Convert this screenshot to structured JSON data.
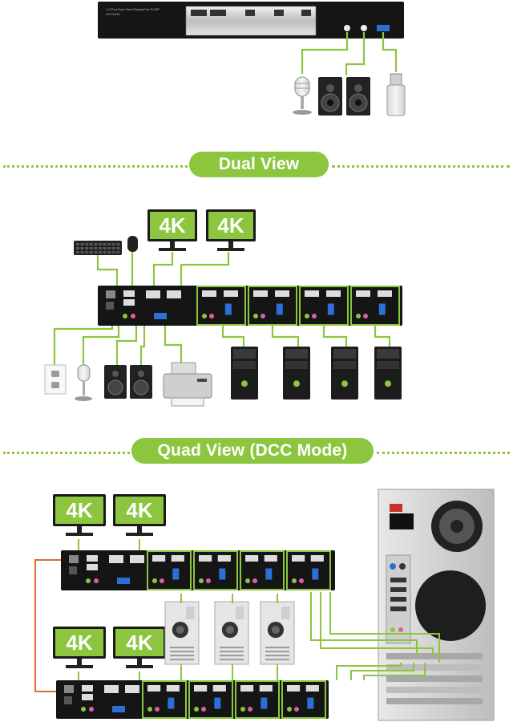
{
  "sections": {
    "dual_view": "Dual View",
    "quad_view": "Quad View (DCC Mode)"
  },
  "monitor_label": "4K",
  "top_panel": {
    "caption_line1": "1.3 Port Dual View DisplayPort KVMP",
    "caption_line2": "GCS1942"
  },
  "colors": {
    "accent_green": "#8cc63f",
    "wire_green": "#8cc63f",
    "wire_orange": "#e06a2a",
    "device_black": "#151515",
    "monitor_screen": "#8cc63f"
  },
  "icons": [
    "microphone-icon",
    "speaker-icon",
    "usb-drive-icon",
    "keyboard-icon",
    "mouse-icon",
    "power-outlet-icon",
    "printer-icon",
    "pc-tower-icon"
  ]
}
